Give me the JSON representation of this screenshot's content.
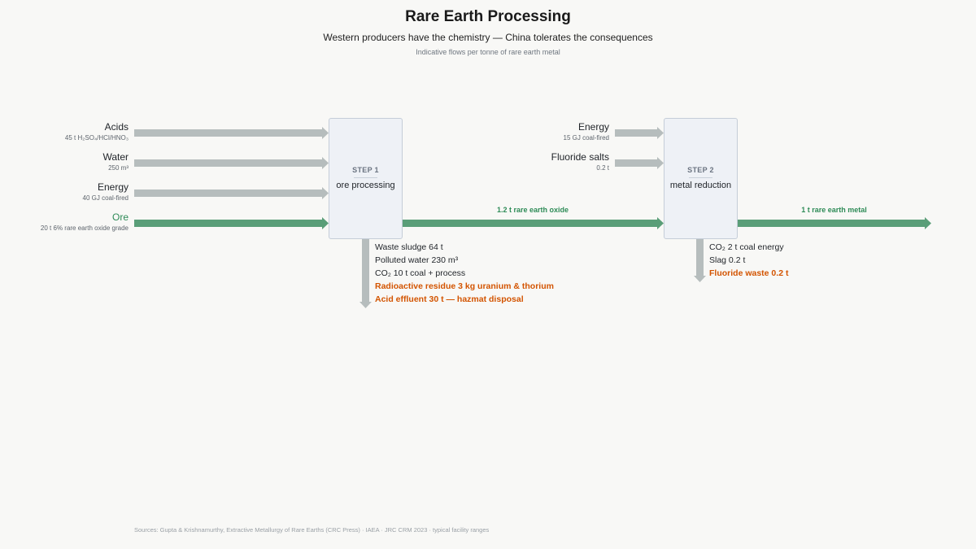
{
  "header": {
    "title": "Rare Earth Processing",
    "subtitle": "Western producers have the chemistry — China tolerates the consequences",
    "note": "Indicative flows per tonne of rare earth metal"
  },
  "inputs_step1": [
    {
      "label": "Acids",
      "detail": "45 t H₂SO₄/HCl/HNO₃"
    },
    {
      "label": "Water",
      "detail": "250 m³"
    },
    {
      "label": "Energy",
      "detail": "40 GJ coal-fired"
    },
    {
      "label": "Ore",
      "detail": "20 t 6% rare earth oxide grade"
    }
  ],
  "inputs_step2": [
    {
      "label": "Energy",
      "detail": "15 GJ coal-fired"
    },
    {
      "label": "Fluoride salts",
      "detail": "0.2 t"
    }
  ],
  "step1": {
    "step_label": "STEP 1",
    "name": "ore processing"
  },
  "step2": {
    "step_label": "STEP 2",
    "name": "metal reduction"
  },
  "flows": {
    "intermediate_label": "1.2 t rare earth oxide",
    "final_label": "1 t rare earth metal"
  },
  "outputs_step1": [
    {
      "text": "Waste sludge 64 t",
      "hazard": false
    },
    {
      "text": "Polluted water 230 m³",
      "hazard": false
    },
    {
      "text": "CO₂ 10 t coal + process",
      "hazard": false
    },
    {
      "text": "Radioactive residue 3 kg uranium & thorium",
      "hazard": true
    },
    {
      "text": "Acid effluent 30 t — hazmat disposal",
      "hazard": true
    }
  ],
  "outputs_step2": [
    {
      "text": "CO₂ 2 t coal energy",
      "hazard": false
    },
    {
      "text": "Slag 0.2 t",
      "hazard": false
    },
    {
      "text": "Fluoride waste 0.2 t",
      "hazard": true
    }
  ],
  "colors": {
    "main_flow": "#5a9e78",
    "input_flow": "#b6bdbd",
    "hazard_text": "#d35400"
  },
  "source": "Sources: Gupta & Krishnamurthy, Extractive Metallurgy of Rare Earths (CRC Press) · IAEA · JRC CRM 2023 · typical facility ranges"
}
